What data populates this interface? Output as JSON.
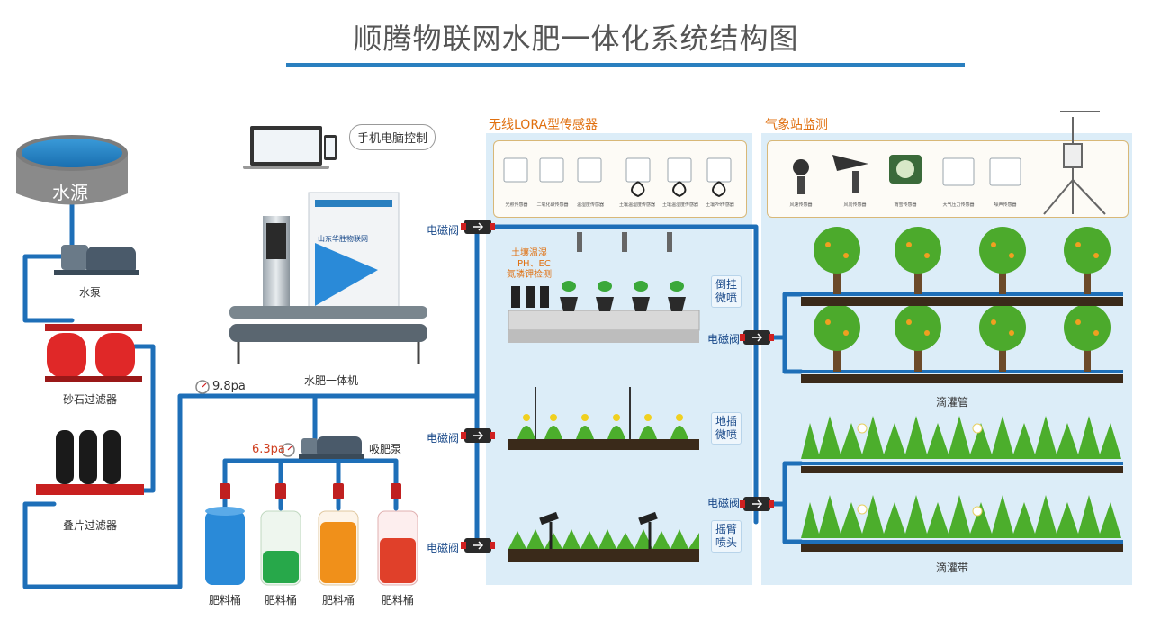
{
  "title": "顺腾物联网水肥一体化系统结构图",
  "source": {
    "label": "水源"
  },
  "pump": {
    "label": "水泵"
  },
  "sand_filter": {
    "label": "砂石过滤器"
  },
  "disc_filter": {
    "label": "叠片过滤器"
  },
  "machine": {
    "label": "水肥一体机",
    "brand": "山东华胜物联网"
  },
  "control": {
    "label": "手机电脑控制"
  },
  "pressure_main": {
    "label": "9.8pa"
  },
  "pressure_fert": {
    "label": "6.3pa"
  },
  "fert_pump": {
    "label": "吸肥泵"
  },
  "tanks": [
    {
      "label": "肥料桶",
      "color": "#2a8ad8"
    },
    {
      "label": "肥料桶",
      "color": "#27a84a"
    },
    {
      "label": "肥料桶",
      "color": "#f0901a"
    },
    {
      "label": "肥料桶",
      "color": "#e0402a"
    }
  ],
  "lora": {
    "title": "无线LORA型传感器",
    "sensors": [
      "光照传感器",
      "二氧化碳传感器",
      "温湿度传感器",
      "土壤温湿度传感器",
      "土壤温湿度传感器",
      "土壤PH传感器"
    ]
  },
  "weather": {
    "title": "气象站监测",
    "sensors": [
      "风速传感器",
      "风向传感器",
      "雨雪传感器",
      "大气压力传感器",
      "噪声传感器"
    ]
  },
  "soil_detect": {
    "line1": "土壤温湿",
    "line2": "PH、EC",
    "line3": "氮磷钾检测"
  },
  "valves": [
    "电磁阀",
    "电磁阀",
    "电磁阀",
    "电磁阀",
    "电磁阀"
  ],
  "methods": {
    "hang": {
      "line1": "倒挂",
      "line2": "微喷"
    },
    "ground": {
      "line1": "地插",
      "line2": "微喷"
    },
    "rocker": {
      "line1": "摇臂",
      "line2": "喷头"
    }
  },
  "drip_pipe": {
    "label": "滴灌管"
  },
  "drip_tape": {
    "label": "滴灌带"
  },
  "colors": {
    "pipe": "#1e6fb8",
    "panel": "#dcedf8",
    "accent": "#e07010",
    "title_line": "#2a7fbf"
  }
}
